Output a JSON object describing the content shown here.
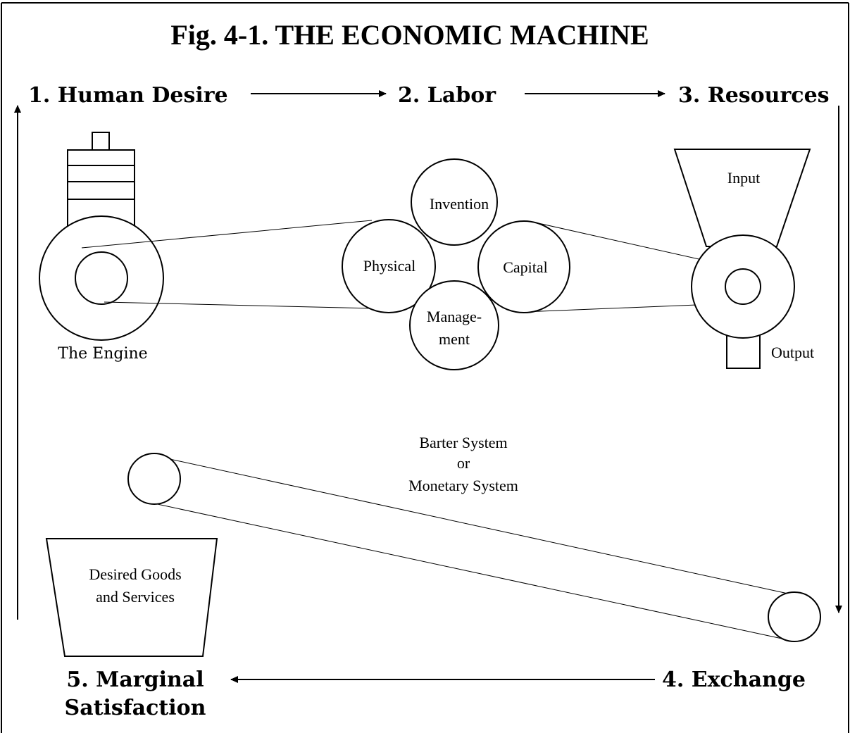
{
  "title": "Fig. 4-1. THE ECONOMIC MACHINE",
  "stages": {
    "s1": "1. Human Desire",
    "s2": "2. Labor",
    "s3": "3. Resources",
    "s4": "4. Exchange",
    "s5_line1": "5. Marginal",
    "s5_line2": "Satisfaction"
  },
  "engine": {
    "label": "The Engine"
  },
  "labor_wheels": {
    "invention": "Invention",
    "physical": "Physical",
    "capital": "Capital",
    "management_line1": "Manage-",
    "management_line2": "ment"
  },
  "hopper": {
    "input": "Input",
    "output": "Output"
  },
  "exchange_belt": {
    "line1": "Barter System",
    "line2": "or",
    "line3": "Monetary System"
  },
  "bucket": {
    "line1": "Desired Goods",
    "line2": "and Services"
  }
}
